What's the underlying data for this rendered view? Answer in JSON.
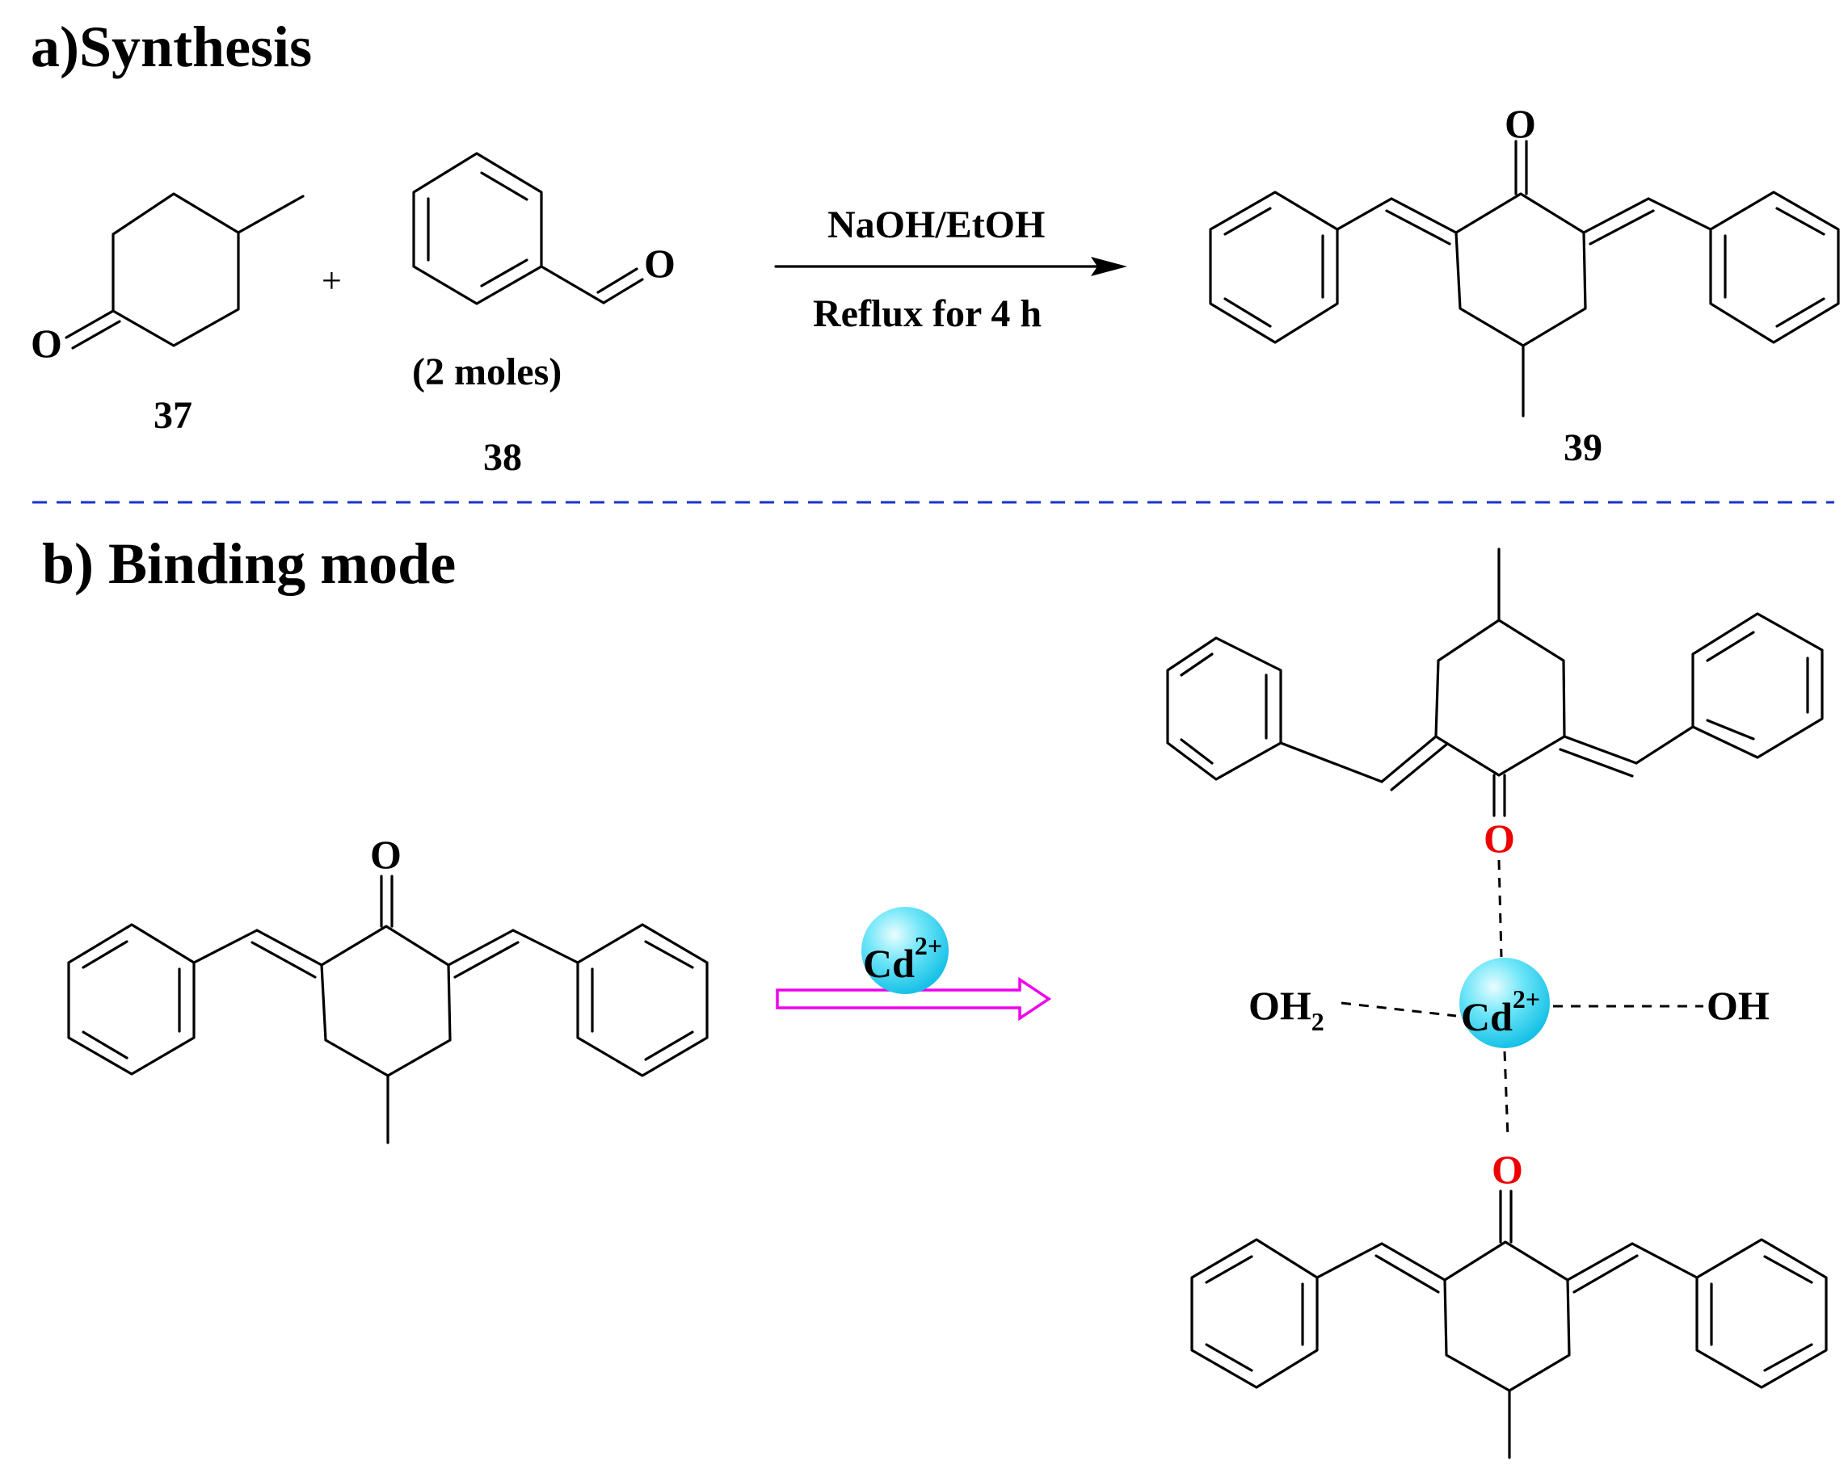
{
  "section_a": {
    "heading": "a)Synthesis",
    "plus": "+",
    "reactant_37_label": "37",
    "reactant_38_label": "38",
    "reactant_38_note": "(2 moles)",
    "product_39_label": "39",
    "reagents": "NaOH/EtOH",
    "conditions": "Reflux for 4 h",
    "atom_O": "O"
  },
  "section_b": {
    "heading": "b) Binding mode",
    "ion_symbol": "Cd",
    "ion_charge": "2+",
    "ligand_left": "OH",
    "ligand_left_sub": "2",
    "ligand_right": "OH",
    "atom_O": "O"
  },
  "colors": {
    "divider": "#1a33cc",
    "arrow_open": "#ee00ee",
    "metal_ion": "#29d4f0",
    "coordinating_oxygen": "#ee0000"
  }
}
